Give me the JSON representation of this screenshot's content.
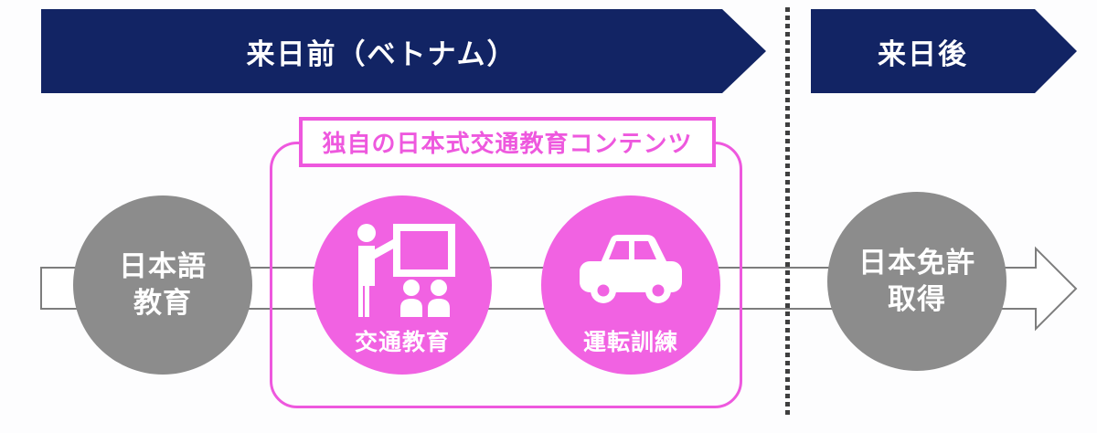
{
  "stages": {
    "before": {
      "label": "来日前（ベトナム）"
    },
    "after": {
      "label": "来日後"
    }
  },
  "content_box": {
    "title": "独自の日本式交通教育コンテンツ"
  },
  "steps": [
    {
      "id": "japanese-education",
      "type": "gray",
      "label_line1": "日本語",
      "label_line2": "教育"
    },
    {
      "id": "traffic-education",
      "type": "pink",
      "icon": "teacher-blackboard-icon",
      "label": "交通教育"
    },
    {
      "id": "driving-training",
      "type": "pink",
      "icon": "car-icon",
      "label": "運転訓練"
    },
    {
      "id": "japan-license",
      "type": "gray",
      "label_line1": "日本免許",
      "label_line2": "取得"
    }
  ],
  "colors": {
    "navy": "#122464",
    "pink": "#f162e2",
    "pink_border": "#ee58de",
    "gray": "#8c8c8c",
    "band_outline": "#7d7d7d",
    "dot": "#3f3f3f",
    "background": "#fdfdfe"
  }
}
